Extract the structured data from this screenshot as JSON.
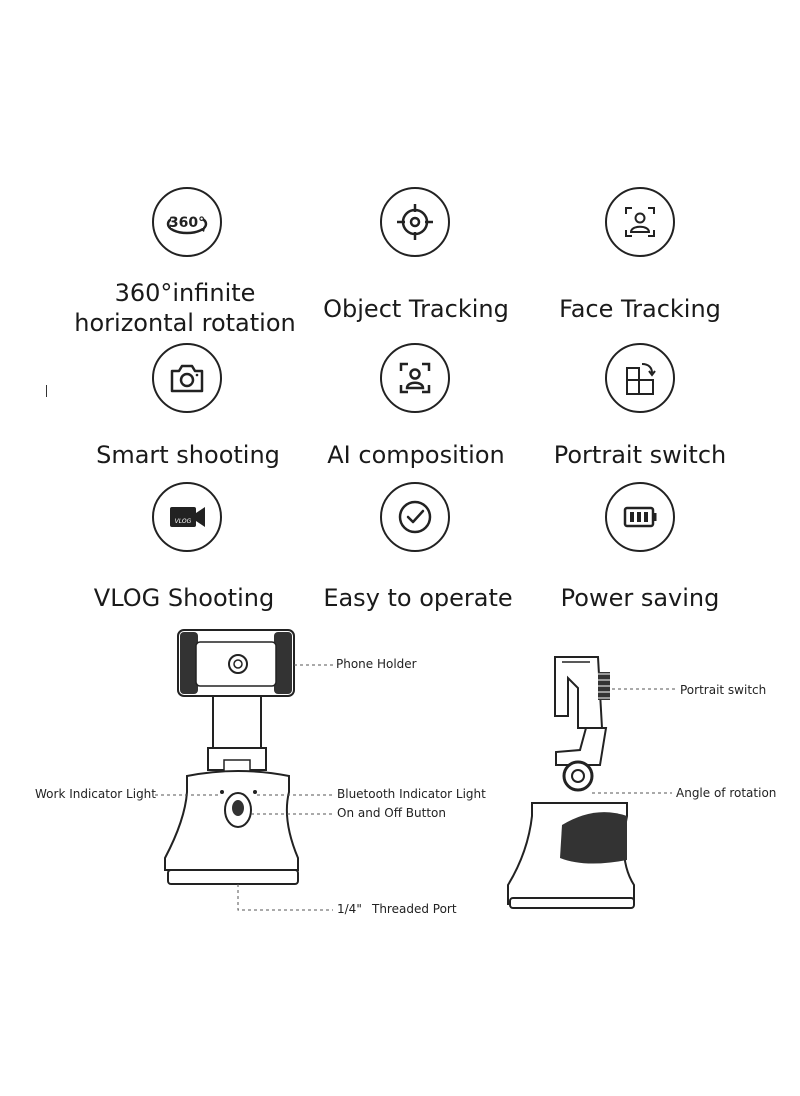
{
  "features": [
    {
      "label": "360°infinite\nhorizontal rotation",
      "icon": "rotate-360-icon",
      "icon_text": "360°"
    },
    {
      "label": "Object Tracking",
      "icon": "target-icon"
    },
    {
      "label": "Face Tracking",
      "icon": "face-frame-icon"
    },
    {
      "label": "Smart shooting",
      "icon": "camera-icon"
    },
    {
      "label": "AI composition",
      "icon": "ai-person-frame-icon"
    },
    {
      "label": "Portrait switch",
      "icon": "rotate-screen-icon"
    },
    {
      "label": "VLOG Shooting",
      "icon": "vlog-camera-icon",
      "icon_text": "VLOG"
    },
    {
      "label": "Easy to operate",
      "icon": "check-circle-icon"
    },
    {
      "label": "Power saving",
      "icon": "battery-icon"
    }
  ],
  "callouts": {
    "phone_holder": "Phone Holder",
    "work_indicator": "Work Indicator Light",
    "bluetooth_indicator": "Bluetooth Indicator Light",
    "on_off_button": "On and Off Button",
    "threaded_port_size": "1/4\"",
    "threaded_port": "Threaded Port",
    "portrait_switch": "Portrait switch",
    "angle_of_rotation": "Angle of rotation"
  },
  "colors": {
    "stroke": "#222222",
    "device_fill": "#ffffff",
    "device_dark": "#333333",
    "text": "#1a1a1a"
  }
}
